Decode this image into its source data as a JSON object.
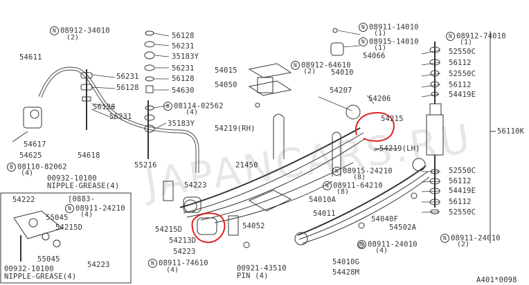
{
  "watermark": "JAPANCARS.RU",
  "footer_code": "A401*0098",
  "colors": {
    "ink": "#333333",
    "highlight": "#e02020"
  },
  "inset": {
    "range": "[0883-",
    "part_top": "54222"
  },
  "labels": {
    "p08912_34010": "08912-34010",
    "q2a": "(2)",
    "p56128a": "56128",
    "p56231a": "56231",
    "p35183Ya": "35183Y",
    "p56231b": "56231",
    "p56128b": "56128",
    "p54630": "54630",
    "p54611": "54611",
    "p56231c": "56231",
    "p56128c": "56128",
    "p56128d": "56128",
    "p56231d": "56231",
    "p35183Yb": "35183Y",
    "p08114_02562": "08114-02562",
    "q4a": "(4)",
    "p54617": "54617",
    "p54625": "54625",
    "p54618": "54618",
    "p08110_82062": "08110-82062",
    "q4b": "(4)",
    "p55216": "55216",
    "p00932_10100": "00932-10100",
    "nipple1": "NIPPLE-GREASE(4)",
    "p54223a": "54223",
    "p54015": "54015",
    "p54050": "54050",
    "p08911_14010": "08911-14010",
    "q1a": "(1)",
    "p08915_14010": "08915-14010",
    "q1b": "(1)",
    "p54066": "54066",
    "p08912_64610": "08912-64610",
    "q2b": "(2)",
    "p54010": "54010",
    "p54207": "54207",
    "p54206": "54206",
    "p54215": "54215",
    "p54219RH": "54219(RH)",
    "p54219LH": "54219(LH)",
    "p08915_24210": "08915-24210",
    "q8a": "(8)",
    "p08911_64210": "08911-64210",
    "q8b": "(8)",
    "p54010A": "54010A",
    "p54040F": "54040F",
    "p54502A": "54502A",
    "p54011": "54011",
    "p54052": "54052",
    "p54215D": "54215D",
    "p54213": "54213D",
    "p54223b": "54223",
    "p08911_74610": "08911-74610",
    "q4c": "(4)",
    "p00921_43510": "00921-43510",
    "pin4": "PIN (4)",
    "p54010G": "54010G",
    "p54428M": "54428M",
    "p08911_24010a": "08911-24010",
    "q4d": "(4)",
    "p08912_74010": "08912-74010",
    "q1c": "(1)",
    "p52550Ca": "52550C",
    "p56112a": "56112",
    "p52550Cb": "52550C",
    "p56112b": "56112",
    "p54419Ea": "54419E",
    "p56110K": "56110K",
    "p52550Cc": "52550C",
    "p56112c": "56112",
    "p54419Eb": "54419E",
    "p56112d": "56112",
    "p52550Cd": "52550C",
    "p08911_24010b": "08911-24010",
    "q2c": "(2)",
    "i54222": "54222",
    "i08911_24210": "08911-24210",
    "q4e": "(4)",
    "i55045a": "55045",
    "i54215D": "54215D",
    "i55045b": "55045",
    "i54223": "54223",
    "i00932": "00932-10100",
    "inipple": "NIPPLE-GREASE(4)",
    "p21450": "21450"
  }
}
